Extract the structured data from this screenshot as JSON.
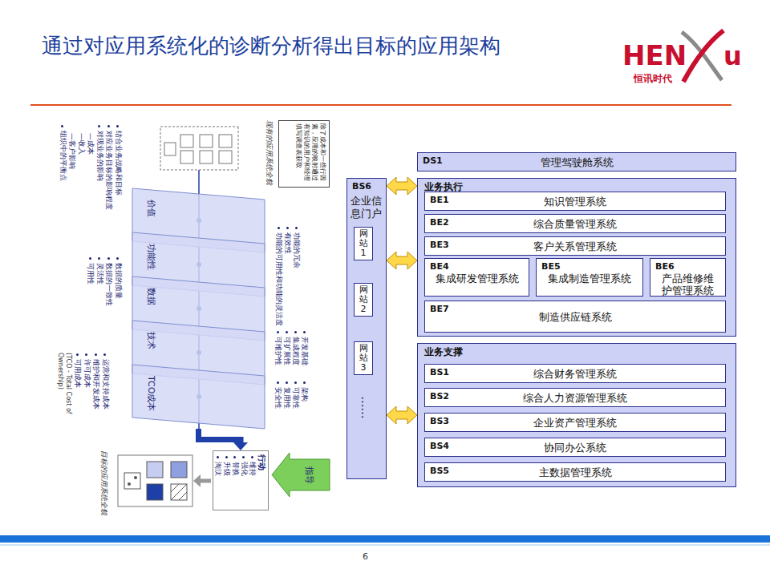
{
  "diagram": {
    "title": "通过对应用系统化的诊断分析得出目标的应用架构",
    "nodes": [
      {
        "text": [
          "价值"
        ]
      },
      {
        "text": [
          "功能性"
        ]
      },
      {
        "text": [
          "数据"
        ]
      },
      {
        "text": [
          "技术"
        ]
      },
      {
        "text": [
          "TCO成本"
        ]
      },
      {
        "text": [
          "除了成本和一些行因素，应用的映射通过有知识的用户和经理填写调查表获取"
        ]
      },
      {
        "text": [
          "行动",
          "维持",
          "强化",
          "替换",
          "升级",
          "淘汰"
        ]
      },
      {
        "text": [
          "指导"
        ]
      },
      {
        "text": [
          "BS6",
          "企业信息门户"
        ]
      },
      {
        "text": [
          "网站1"
        ],
        "in": 8
      },
      {
        "text": [
          "网站2"
        ],
        "in": 8
      },
      {
        "text": [
          "网站3"
        ],
        "in": 8
      },
      {
        "text": [
          "DS1",
          "管理驾驶舱系统"
        ]
      },
      {
        "text": [
          "业务执行"
        ]
      },
      {
        "text": [
          "BE1",
          "知识管理系统"
        ],
        "in": 13
      },
      {
        "text": [
          "BE2",
          "综合质量管理系统"
        ],
        "in": 13
      },
      {
        "text": [
          "BE3",
          "客户关系管理系统"
        ],
        "in": 13
      },
      {
        "text": [
          "BE4",
          "集成研发管理系统"
        ],
        "in": 13
      },
      {
        "text": [
          "BE5",
          "集成制造管理系统"
        ],
        "in": 13
      },
      {
        "text": [
          "BE6",
          "产品维修维护管理系统"
        ],
        "in": 13
      },
      {
        "text": [
          "BE7",
          "制造供应链系统"
        ],
        "in": 13
      },
      {
        "text": [
          "业务支撑"
        ]
      },
      {
        "text": [
          "BS1",
          "综合财务管理系统"
        ],
        "in": 21
      },
      {
        "text": [
          "BS2",
          "综合人力资源管理系统"
        ],
        "in": 21
      },
      {
        "text": [
          "BS3",
          "企业资产管理系统"
        ],
        "in": 21
      },
      {
        "text": [
          "BS4",
          "协同办公系统"
        ],
        "in": 21
      },
      {
        "text": [
          "BS5",
          "主数据管理系统"
        ],
        "in": 21
      }
    ],
    "edges": [
      {
        "from": 4,
        "to": 6,
        "arrow": "to"
      },
      {
        "from": 8,
        "to": 13,
        "arrow": "both"
      },
      {
        "from": 8,
        "to": 13,
        "arrow": "both"
      },
      {
        "from": 8,
        "to": 21,
        "arrow": "both"
      }
    ],
    "labels": [
      "HEN",
      "u",
      "恒讯时代",
      "6",
      "现有的应用系统全貌",
      "目标的应用系统全貌",
      "结合业务战略和目标",
      "对应业务目标的影响程度",
      "对现业务的影响",
      "—成本",
      "—收入",
      "—客户影响",
      "组织中的平衡点",
      "功能的冗余",
      "有效性",
      "功能的可用性和功能的灵活度",
      "数据的质量",
      "数据的一致性",
      "灵活性",
      "可用性",
      "开发基础",
      "集成程度",
      "可扩展性",
      "可维护性",
      "架构",
      "可靠性",
      "复用性",
      "安全性",
      "运营和支持成本",
      "维护和开发成本",
      "许可成本",
      "可用成本",
      "(TCO - Total Cost of Ownership)",
      "……"
    ]
  }
}
